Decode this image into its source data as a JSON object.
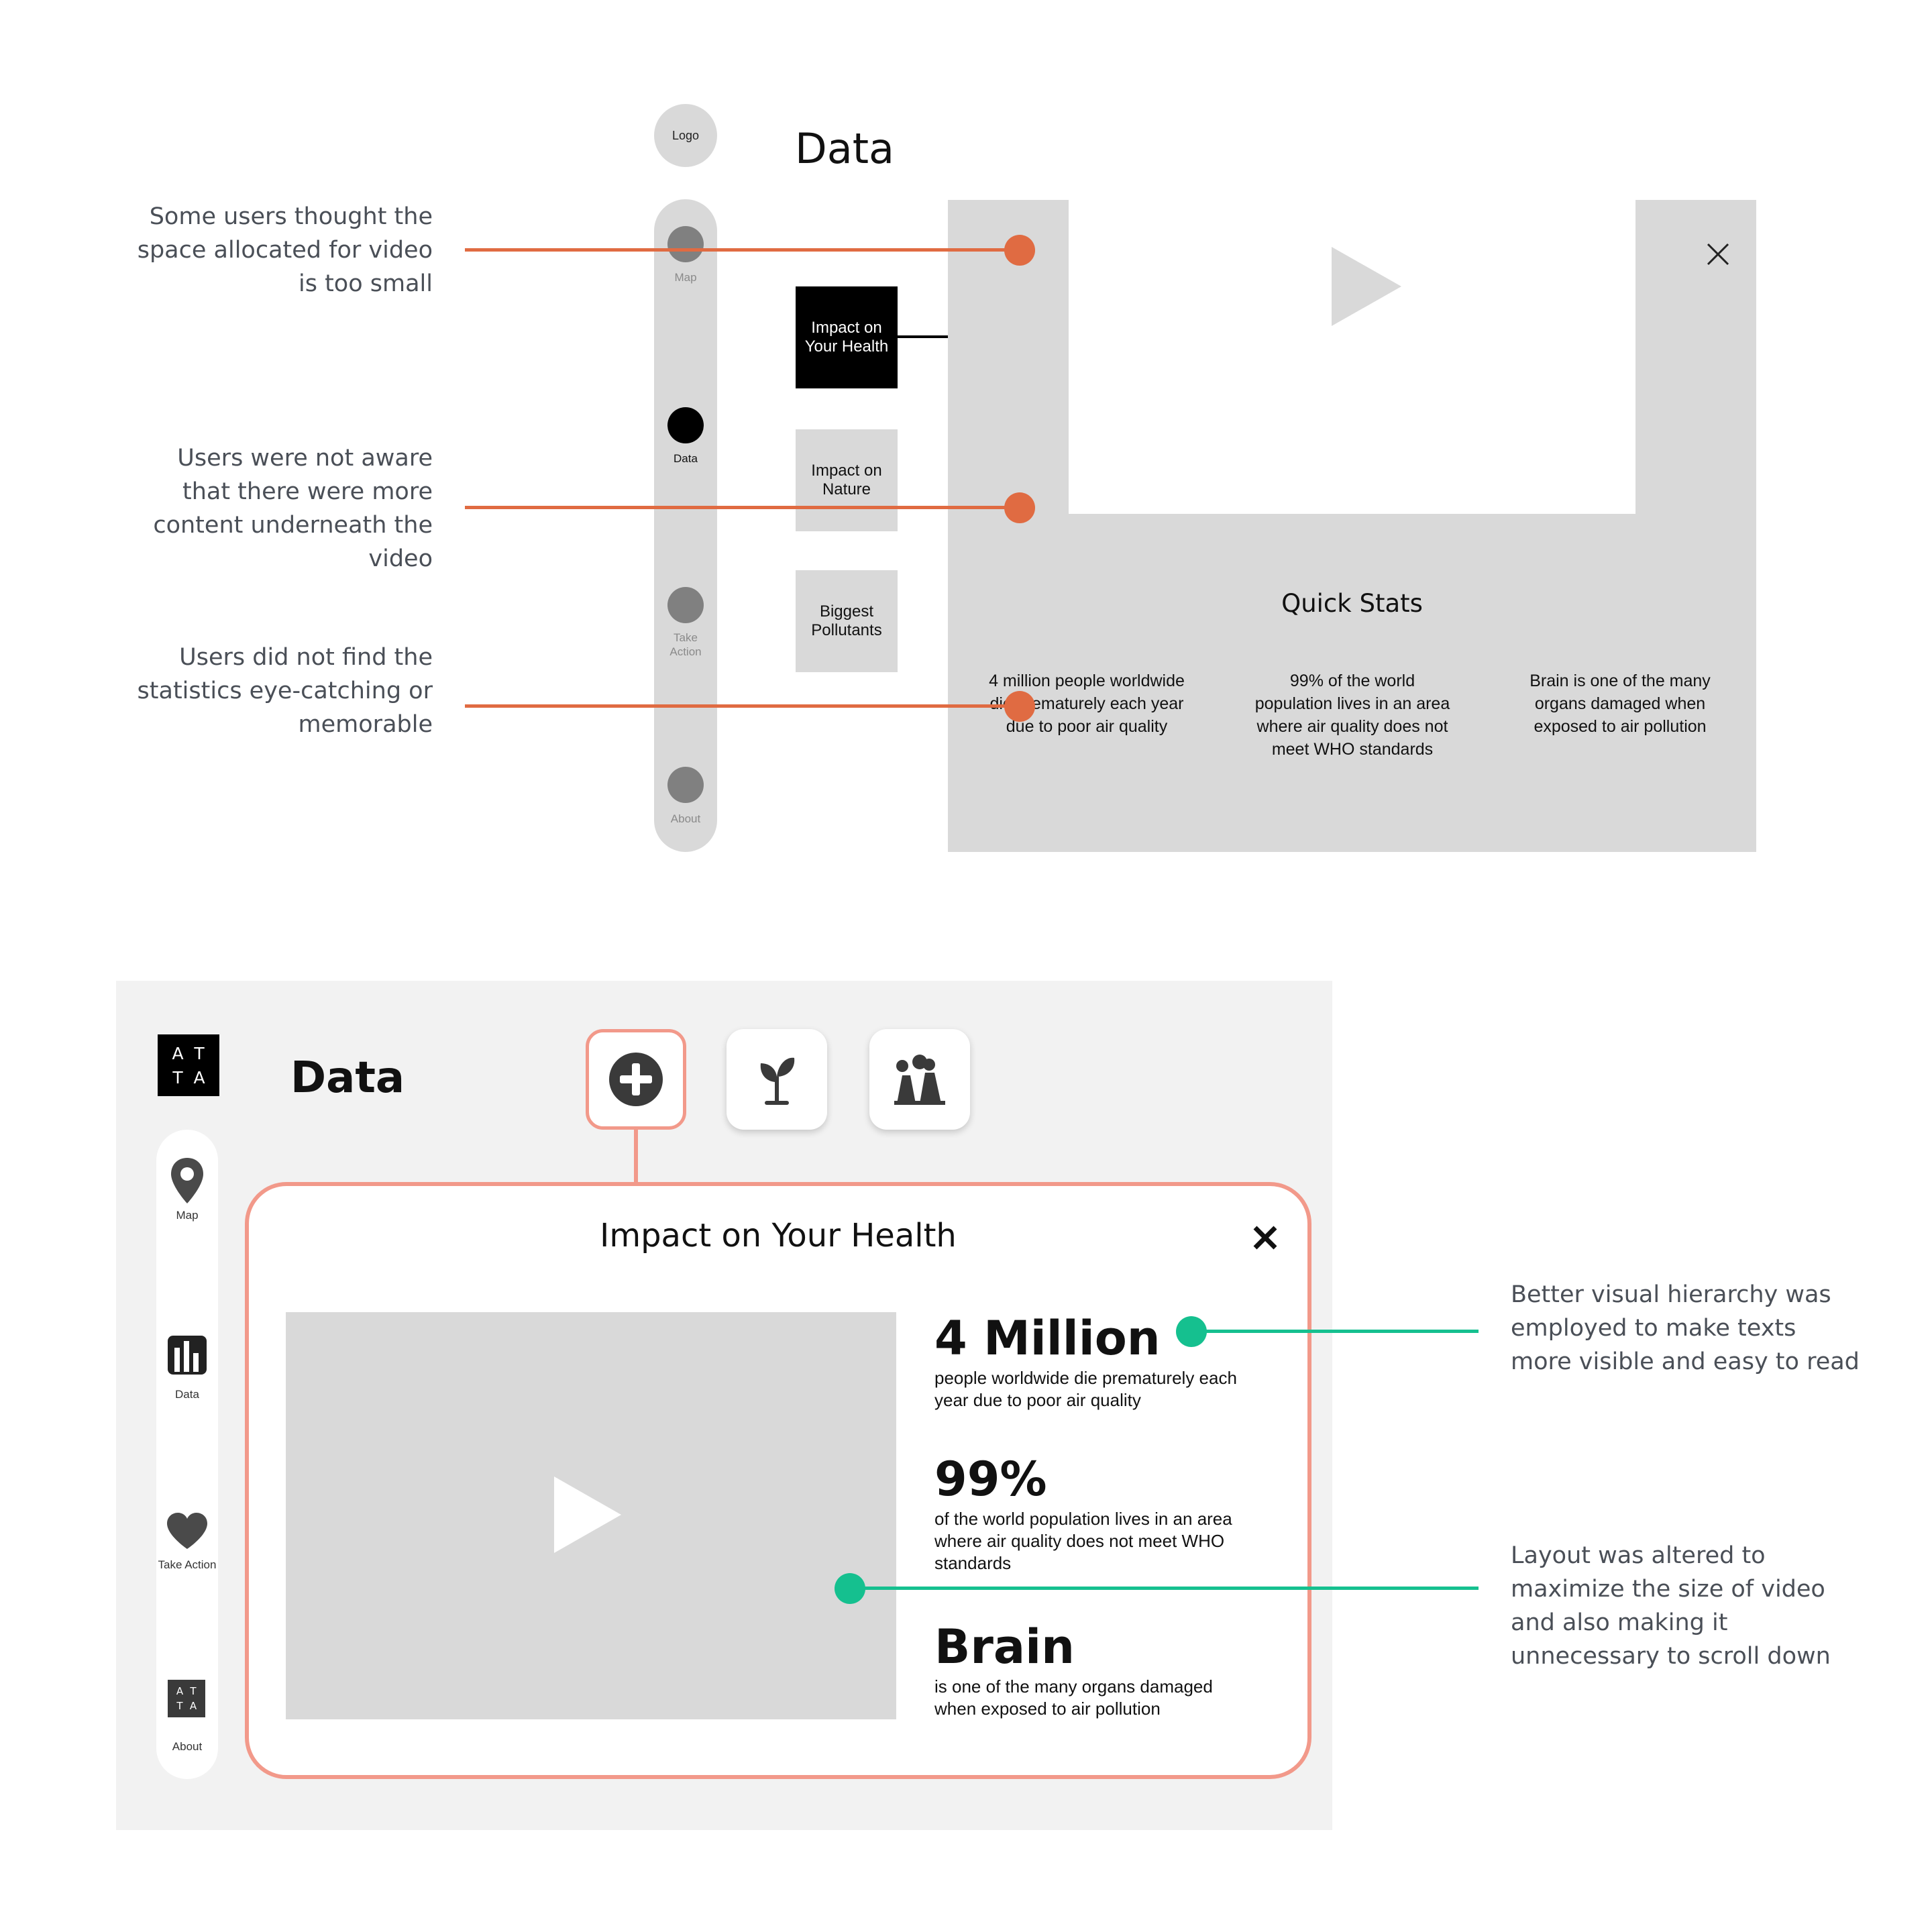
{
  "annotations": {
    "old": [
      {
        "text": "Some users thought the space allocated for video is too small"
      },
      {
        "text": "Users were not aware that there were more content underneath the video"
      },
      {
        "text": "Users did not find the statistics eye-catching or memorable"
      }
    ],
    "new": [
      {
        "text": "Better visual hierarchy was employed to make texts more visible and easy to read"
      },
      {
        "text": "Layout was altered to maximize the size of video and also making it unnecessary to scroll down"
      }
    ],
    "colors": {
      "problem": "#e06b42",
      "solution": "#15c08f",
      "highlight": "#f2998a"
    }
  },
  "wireframe": {
    "logo": "Logo",
    "title": "Data",
    "nav": [
      {
        "label": "Map",
        "active": false
      },
      {
        "label": "Data",
        "active": true
      },
      {
        "label": "Take Action",
        "active": false
      },
      {
        "label": "About",
        "active": false
      }
    ],
    "tabs": [
      {
        "label": "Impact on Your Health",
        "active": true
      },
      {
        "label": "Impact on Nature",
        "active": false
      },
      {
        "label": "Biggest Pollutants",
        "active": false
      }
    ],
    "close_icon": "close-icon",
    "play_icon": "play-icon",
    "quick_stats_title": "Quick Stats",
    "stats": [
      "4 million people worldwide die prematurely each year due to poor air quality",
      "99% of the world population lives in an area where air quality does not meet WHO standards",
      "Brain is one of the many organs damaged when exposed to air pollution"
    ]
  },
  "redesign": {
    "logo": {
      "letters": [
        "A",
        "T",
        "T",
        "A"
      ]
    },
    "title": "Data",
    "nav": [
      {
        "label": "Map",
        "icon": "location-pin-icon"
      },
      {
        "label": "Data",
        "icon": "bar-chart-icon"
      },
      {
        "label": "Take Action",
        "icon": "heart-icon"
      },
      {
        "label": "About",
        "icon": "atta-logo-icon"
      }
    ],
    "tabs": [
      {
        "icon": "plus-circle-icon",
        "active": true
      },
      {
        "icon": "sprout-icon",
        "active": false
      },
      {
        "icon": "factory-icon",
        "active": false
      }
    ],
    "card_title": "Impact on Your Health",
    "close_icon": "close-icon",
    "play_icon": "play-icon",
    "stats": [
      {
        "headline": "4 Million",
        "detail": "people worldwide die prematurely each year due to poor air quality"
      },
      {
        "headline": "99%",
        "detail": "of the world population lives in an area where air quality does not meet WHO standards"
      },
      {
        "headline": "Brain",
        "detail": "is one of the many organs damaged when exposed to air pollution"
      }
    ]
  }
}
